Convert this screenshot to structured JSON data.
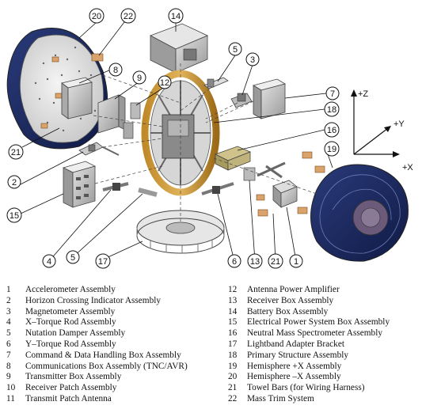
{
  "axes": {
    "z_label": "+Z",
    "y_label": "+Y",
    "x_label": "+X"
  },
  "callouts": [
    "20",
    "22",
    "14",
    "5",
    "3",
    "8",
    "9",
    "12",
    "7",
    "18",
    "16",
    "21",
    "2",
    "19",
    "15",
    "4",
    "5",
    "17",
    "6",
    "13",
    "21",
    "1"
  ],
  "legend": {
    "left": [
      {
        "num": "1",
        "text": "Accelerometer Assembly"
      },
      {
        "num": "2",
        "text": "Horizon Crossing Indicator Assembly"
      },
      {
        "num": "3",
        "text": "Magnetometer Assembly"
      },
      {
        "num": "4",
        "text": "X–Torque Rod Assembly"
      },
      {
        "num": "5",
        "text": "Nutation Damper Assembly"
      },
      {
        "num": "6",
        "text": "Y–Torque Rod Assembly"
      },
      {
        "num": "7",
        "text": "Command & Data Handling Box Assembly"
      },
      {
        "num": "8",
        "text": "Communications Box Assembly (TNC/AVR)"
      },
      {
        "num": "9",
        "text": "Transmitter Box Assembly"
      },
      {
        "num": "10",
        "text": "Receiver Patch Assembly"
      },
      {
        "num": "11",
        "text": "Transmit Patch Antenna"
      }
    ],
    "right": [
      {
        "num": "12",
        "text": "Antenna Power Amplifier"
      },
      {
        "num": "13",
        "text": "Receiver Box Assembly"
      },
      {
        "num": "14",
        "text": "Battery Box Assembly"
      },
      {
        "num": "15",
        "text": "Electrical Power System Box Assembly"
      },
      {
        "num": "16",
        "text": "Neutral Mass Spectrometer Assembly"
      },
      {
        "num": "17",
        "text": "Lightband Adapter Bracket"
      },
      {
        "num": "18",
        "text": "Primary Structure Assembly"
      },
      {
        "num": "19",
        "text": "Hemisphere +X Assembly"
      },
      {
        "num": "20",
        "text": "Hemisphere –X Assembly"
      },
      {
        "num": "21",
        "text": "Towel Bars (for Wiring Harness)"
      },
      {
        "num": "22",
        "text": "Mass Trim System"
      }
    ]
  }
}
